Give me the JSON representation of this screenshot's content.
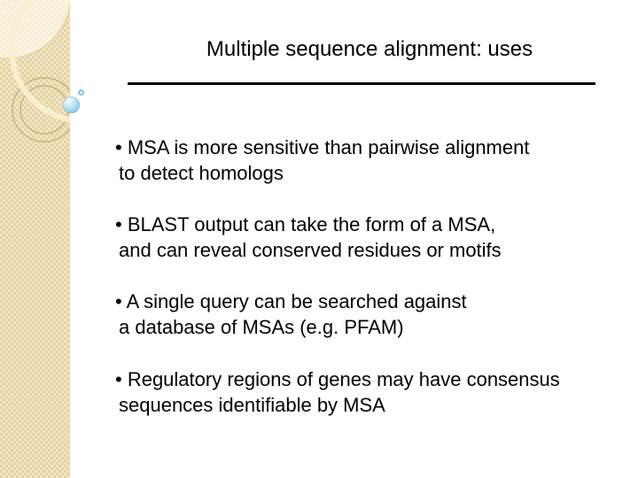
{
  "slide": {
    "title": "Multiple sequence alignment: uses",
    "bullets": [
      {
        "text": "• MSA is more sensitive than pairwise alignment\nto detect homologs"
      },
      {
        "text": "• BLAST output can take the form of a MSA,\nand can reveal conserved residues or motifs"
      },
      {
        "text": "• A single query can be searched against\na database of MSAs (e.g. PFAM)"
      },
      {
        "text": "• Regulatory regions of genes may have consensus\nsequences identifiable by MSA"
      }
    ]
  },
  "colors": {
    "sidebar_light": "#f0e6c8",
    "sidebar_dark": "#e6d2a2",
    "arc_cream": "#f8f0cf",
    "ring_tan": "#c9b078",
    "sphere_blue": "#a5d8ec",
    "divider": "#000000",
    "text_color": "#000000"
  }
}
